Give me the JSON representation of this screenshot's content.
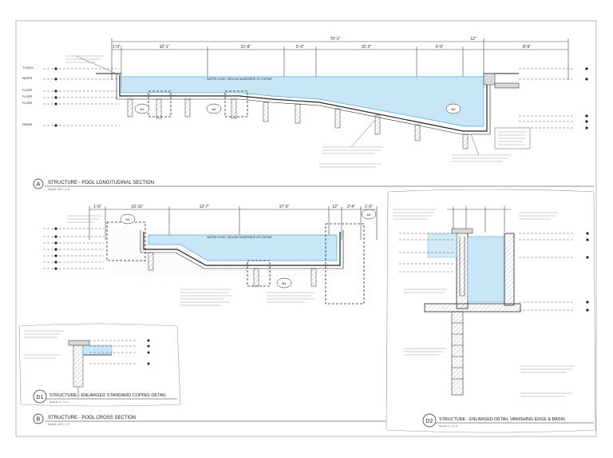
{
  "sheet": {
    "colors": {
      "water": "#c8e6f5",
      "water_edge": "#5aa9d6",
      "line": "#222222",
      "hatch": "#777777",
      "fill_gray": "#d9d9d9"
    }
  },
  "section_a": {
    "marker": "A",
    "title": "STRUCTURE - POOL LONGITUDINAL SECTION",
    "scale": "SCALE: 1/4\" = 1'-0\"",
    "overall_dim": "70'-1\"",
    "dims": [
      "1'-0\"",
      "16'-1\"",
      "21'-8\"",
      "5'-0\"",
      "15'-3\"",
      "6'-6\"",
      "12\"",
      "8'-9\""
    ],
    "callouts": [
      "A1",
      "A2",
      "A3"
    ],
    "water_note": "WATER LEVEL / BELOW UNDERSIDE OF COPING",
    "elev_labels": [
      "T/ DECK",
      "WATER",
      "FLOOR",
      "FLOOR",
      "FLOOR",
      "GRADE"
    ]
  },
  "section_b": {
    "marker": "B",
    "title": "STRUCTURE - POOL CROSS SECTION",
    "scale": "SCALE: 1/4\" = 1'-0\"",
    "dims": [
      "1'-0\"",
      "10'-11\"",
      "12'-7\"",
      "17'-0\"",
      "12\"",
      "2'-4\"",
      "1'-0\""
    ],
    "callouts": [
      "D1",
      "B1",
      "D2"
    ],
    "water_note": "WATER LEVEL / BELOW UNDERSIDE OF COPING"
  },
  "detail_d1": {
    "marker": "D1",
    "title": "STRUCTURE - ENLARGED STANDARD COPING DETAIL",
    "scale": "SCALE: 1\" = 1'-0\""
  },
  "detail_d2": {
    "marker": "D2",
    "title": "STRUCTURE - ENLARGED DETAIL VANISHING EDGE & BASIN",
    "scale": "SCALE: 1\" = 1'-0\""
  }
}
